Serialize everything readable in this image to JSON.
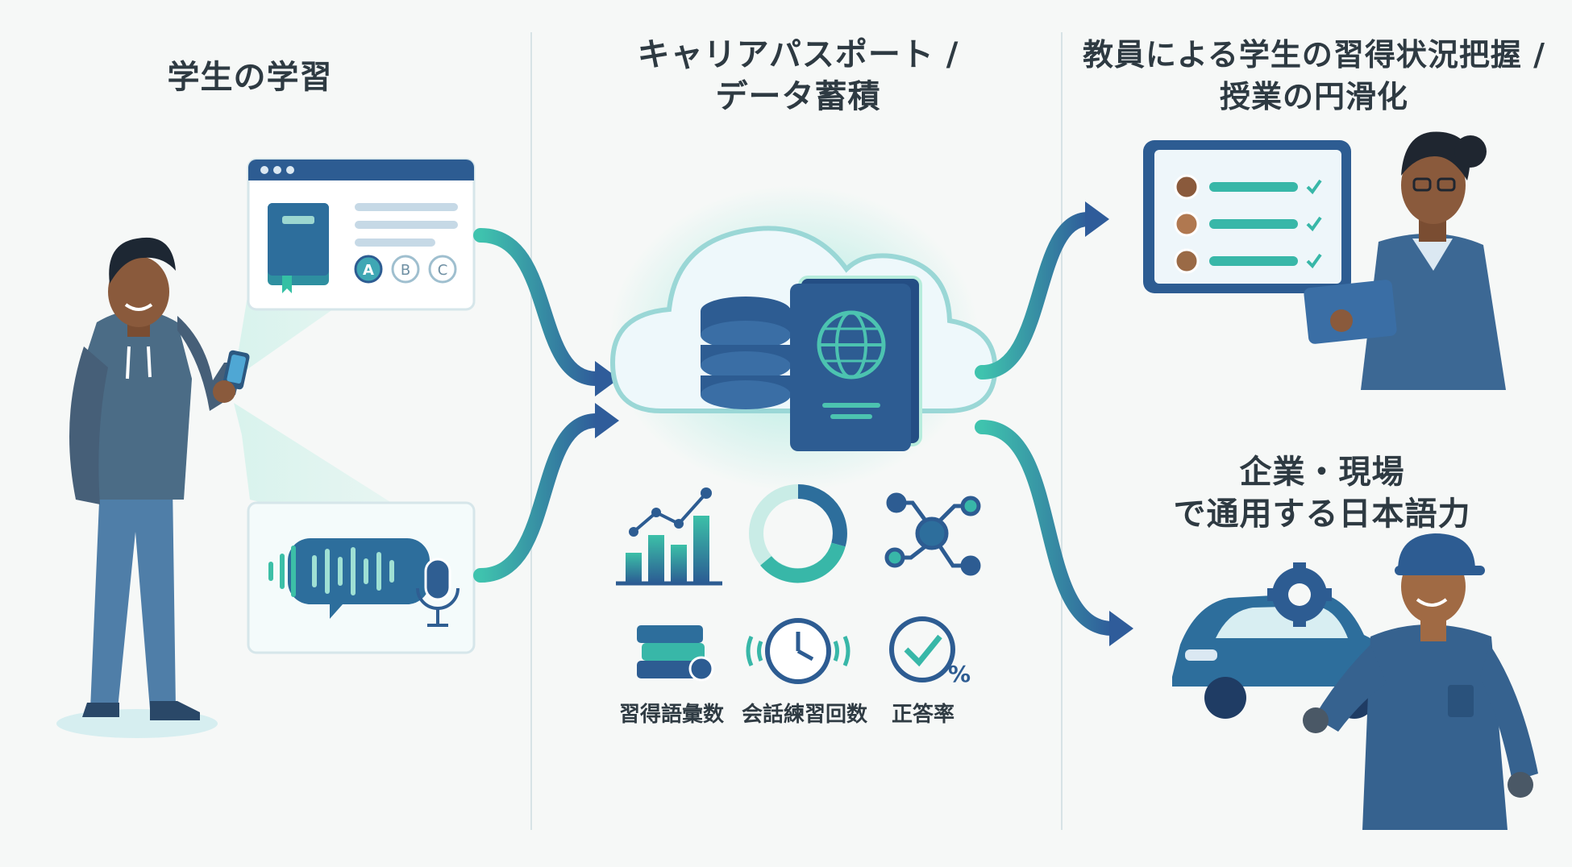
{
  "sections": {
    "student_learning": {
      "title": "学生の学習"
    },
    "career_passport": {
      "title_line1": "キャリアパスポート /",
      "title_line2": "データ蓄積"
    },
    "teacher": {
      "title_line1": "教員による学生の習得状況把握 /",
      "title_line2": "授業の円滑化"
    },
    "workplace": {
      "title_line1": "企業・現場",
      "title_line2": "で通用する日本語力"
    }
  },
  "quiz_options": [
    "A",
    "B",
    "C"
  ],
  "metrics": [
    {
      "label": "習得語彙数",
      "icon": "books-icon"
    },
    {
      "label": "会話練習回数",
      "icon": "clock-icon"
    },
    {
      "label": "正答率",
      "icon": "check-percent-icon"
    }
  ],
  "colors": {
    "navy": "#2d5c92",
    "teal": "#2fb8a8",
    "light_teal": "#c8ece6",
    "skin": "#8a5a3c"
  }
}
